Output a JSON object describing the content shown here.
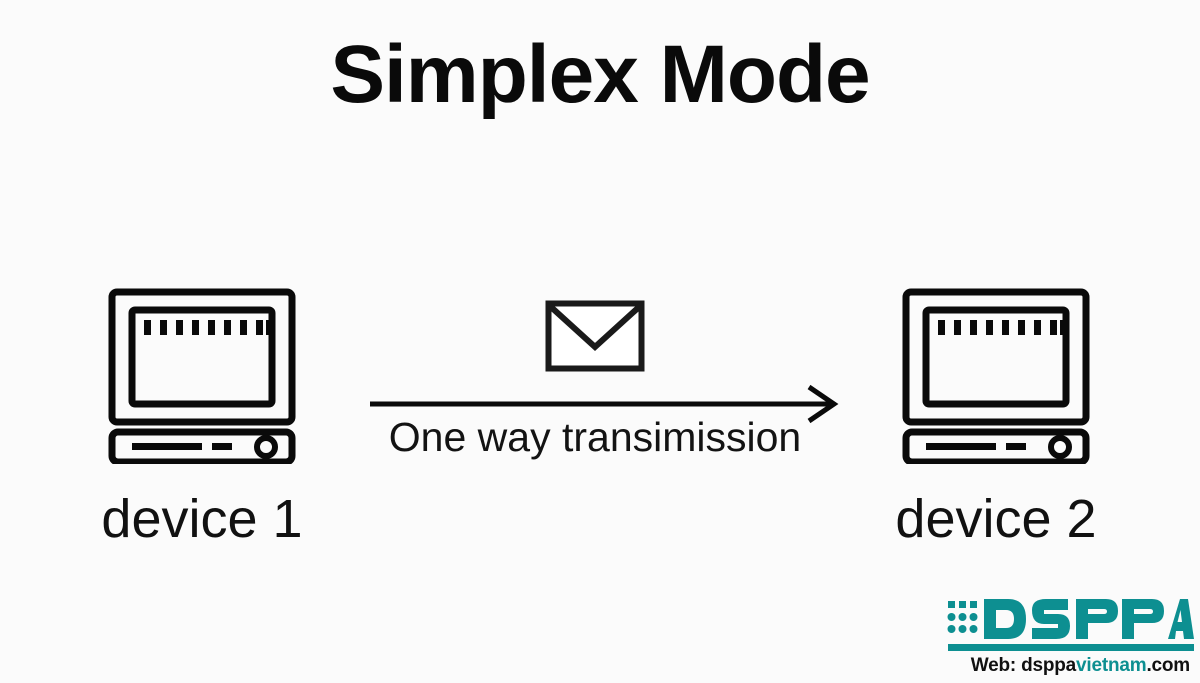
{
  "page": {
    "title": "Simplex Mode",
    "background_color": "#fbfbfb",
    "ink_color": "#0a0a0a"
  },
  "diagram": {
    "type": "communication-mode-diagram",
    "left_device": {
      "label": "device 1",
      "icon": "desktop-computer-icon",
      "role": "sender"
    },
    "right_device": {
      "label": "device 2",
      "icon": "desktop-computer-icon",
      "role": "receiver"
    },
    "channel": {
      "payload_icon": "envelope-icon",
      "arrow_icon": "arrow-right-icon",
      "direction": "left-to-right",
      "label": "One way transimission"
    }
  },
  "watermark": {
    "brand": "DSPPA",
    "brand_color": "#0d8f91",
    "web_prefix": "Web: dsppa",
    "web_accent": "vietnam",
    "web_suffix": ".com",
    "dot_matrix_icon": "dot-matrix-icon"
  }
}
